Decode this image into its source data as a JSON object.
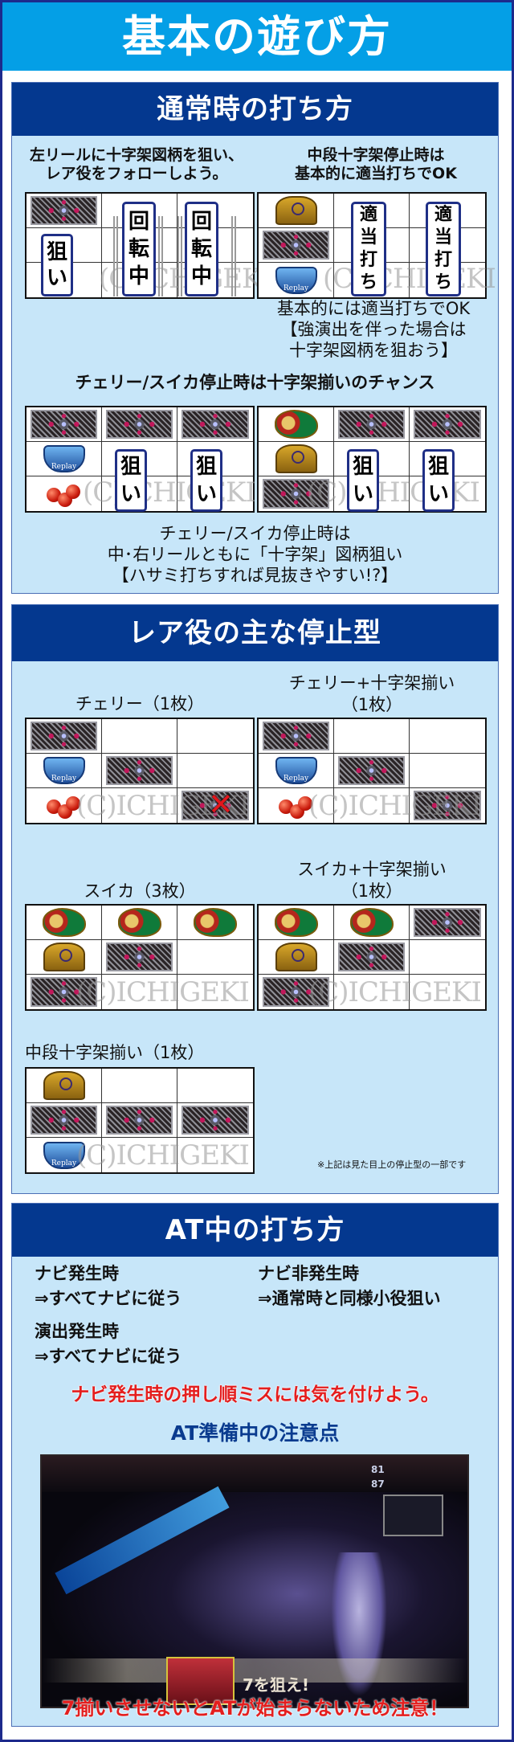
{
  "header": {
    "title": "基本の遊び方"
  },
  "section_normal": {
    "title": "通常時の打ち方",
    "left_caption": [
      "左リールに十字架図柄を狙い、",
      "レア役をフォローしよう。"
    ],
    "right_caption": [
      "中段十字架停止時は",
      "基本的に適当打ちでOK"
    ],
    "grid_left": {
      "cells": [
        "cross",
        "",
        "",
        "",
        "",
        "",
        "",
        "",
        ""
      ],
      "tags": {
        "left": "狙い",
        "center": "回転中",
        "right": "回転中"
      }
    },
    "grid_right": {
      "cells": [
        "bell",
        "",
        "",
        "cross",
        "",
        "",
        "replay",
        "",
        ""
      ],
      "tags": {
        "center": "適当打ち",
        "right": "適当打ち"
      }
    },
    "right_note": [
      "基本的には適当打ちでOK",
      "【強演出を伴った場合は",
      "十字架図柄を狙おう】"
    ],
    "chance_title": "チェリー/スイカ停止時は十字架揃いのチャンス",
    "chance_grid_left": {
      "cells": [
        "cross",
        "cross",
        "cross",
        "replay",
        "",
        "",
        "cherry",
        "",
        ""
      ],
      "tags": {
        "center": "狙い",
        "right": "狙い"
      }
    },
    "chance_grid_right": {
      "cells": [
        "watermelon",
        "cross",
        "cross",
        "bell",
        "",
        "",
        "cross",
        "",
        ""
      ],
      "tags": {
        "center": "狙い",
        "right": "狙い"
      }
    },
    "chance_note": [
      "チェリー/スイカ停止時は",
      "中･右リールともに「十字架」図柄狙い",
      "【ハサミ打ちすれば見抜きやすい!?】"
    ]
  },
  "section_rare": {
    "title": "レア役の主な停止型",
    "patterns": [
      {
        "label": [
          "チェリー（1枚）"
        ],
        "cells": [
          "cross",
          "",
          "",
          "replay",
          "cross",
          "",
          "cherry",
          "",
          "cross-x"
        ]
      },
      {
        "label": [
          "チェリー+十字架揃い",
          "（1枚）"
        ],
        "cells": [
          "cross",
          "",
          "",
          "replay",
          "cross",
          "",
          "cherry",
          "",
          "cross"
        ]
      },
      {
        "label": [
          "スイカ（3枚）"
        ],
        "cells": [
          "watermelon",
          "watermelon",
          "watermelon",
          "bell",
          "cross",
          "",
          "cross",
          "",
          ""
        ]
      },
      {
        "label": [
          "スイカ+十字架揃い",
          "（1枚）"
        ],
        "cells": [
          "watermelon",
          "watermelon",
          "cross",
          "bell",
          "cross",
          "",
          "cross",
          "",
          ""
        ]
      },
      {
        "label": [
          "中段十字架揃い（1枚）"
        ],
        "cells": [
          "bell",
          "",
          "",
          "cross",
          "cross",
          "cross",
          "replay",
          "",
          ""
        ]
      }
    ],
    "footnote": "※上記は見た目上の停止型の一部です"
  },
  "section_at": {
    "title": "AT中の打ち方",
    "items": [
      {
        "label": "ナビ発生時",
        "action": "⇒すべてナビに従う"
      },
      {
        "label": "ナビ非発生時",
        "action": "⇒通常時と同様小役狙い"
      },
      {
        "label": "演出発生時",
        "action": "⇒すべてナビに従う"
      }
    ],
    "warning": "ナビ発生時の押し順ミスには気を付けよう。",
    "prep_title": "AT準備中の注意点",
    "screen": {
      "stat1": "81",
      "stat2": "87",
      "banner": "7を狙え!"
    },
    "bottom_warning": "7揃いさせないとATが始まらないため注意！"
  },
  "watermark": "(C)ICHIGEKI",
  "symbols": {
    "cross": "十字架",
    "replay": "Replay",
    "cherry": "チェリー",
    "watermelon": "スイカ",
    "bell": "ベル"
  },
  "colors": {
    "header_bg": "#049fe6",
    "section_head_bg": "#04388f",
    "panel_bg": "#c7e6f9",
    "frame": "#1d2a8c",
    "warning_red": "#e41e1e",
    "subhead_blue": "#0a3b8f"
  }
}
